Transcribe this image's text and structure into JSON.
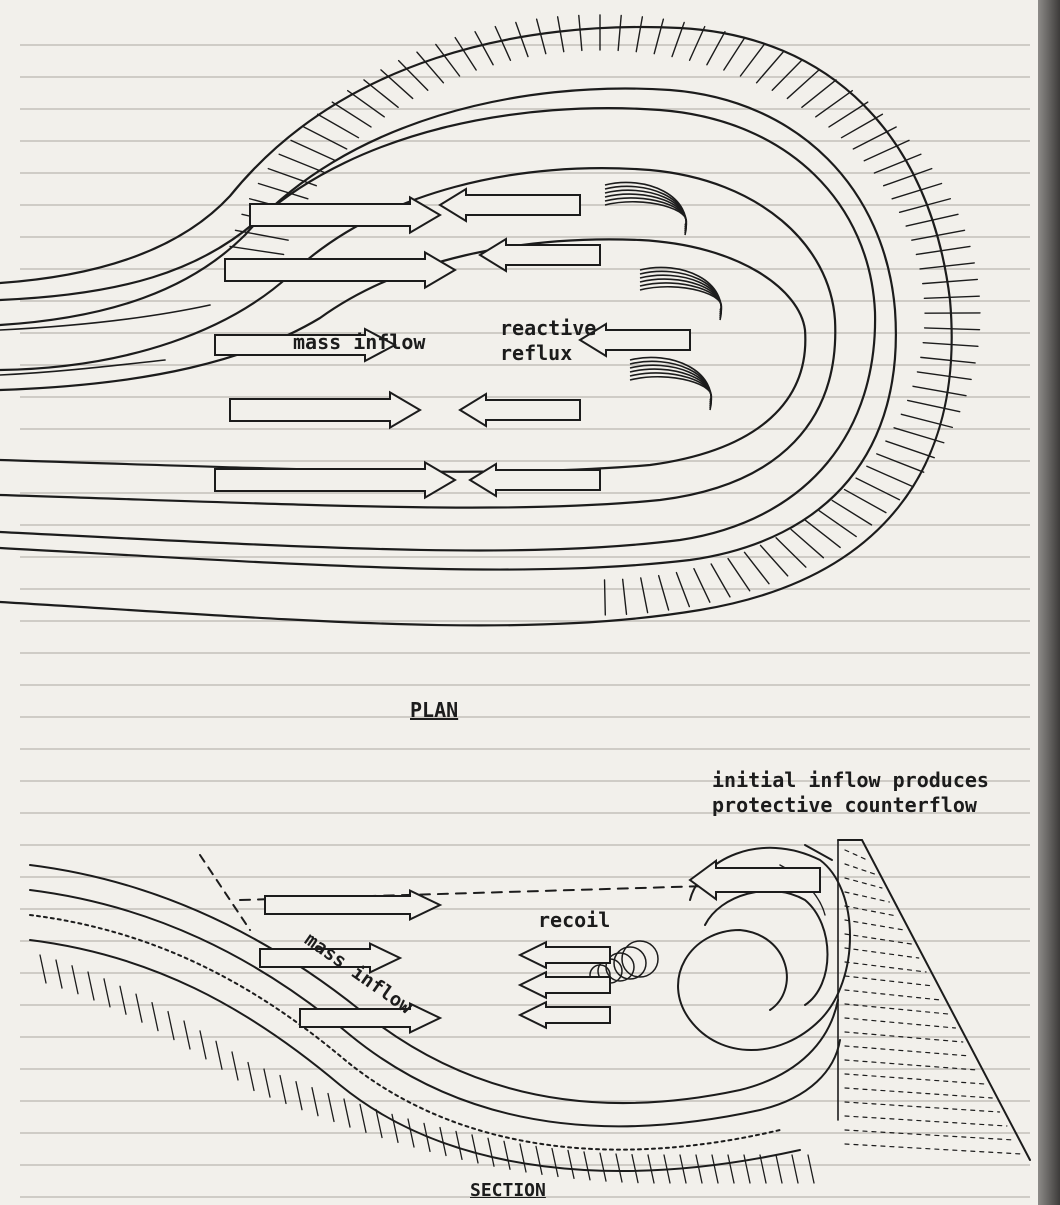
{
  "diagram": {
    "plan": {
      "heading": "PLAN",
      "labels": {
        "mass_inflow": "mass inflow",
        "reactive_reflux_line1": "reactive",
        "reactive_reflux_line2": "reflux"
      }
    },
    "section": {
      "heading": "SECTION",
      "labels": {
        "initial_inflow_line1": "initial inflow produces",
        "initial_inflow_line2": "protective counterflow",
        "mass_inflow": "mass inflow",
        "recoil": "recoil"
      }
    }
  },
  "colors": {
    "paper": "#f2f0eb",
    "ink": "#1c1c1c",
    "background_text": "#cfccc6"
  }
}
